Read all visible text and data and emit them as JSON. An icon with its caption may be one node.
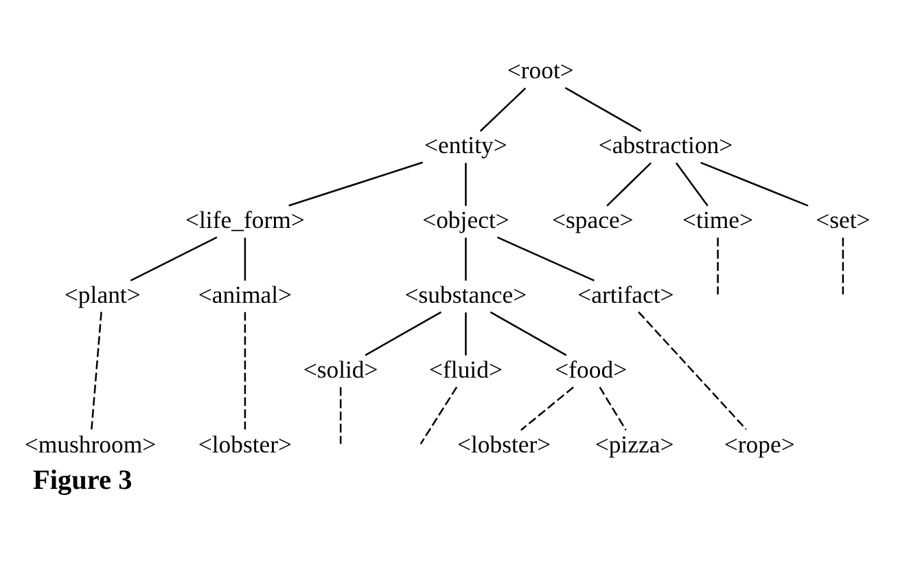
{
  "diagram": {
    "caption": "Figure 3",
    "nodes": [
      {
        "text": [
          "<root>"
        ]
      },
      {
        "text": [
          "<entity>"
        ]
      },
      {
        "text": [
          "<abstraction>"
        ]
      },
      {
        "text": [
          "<life_form>"
        ]
      },
      {
        "text": [
          "<object>"
        ]
      },
      {
        "text": [
          "<space>"
        ]
      },
      {
        "text": [
          "<time>"
        ]
      },
      {
        "text": [
          "<set>"
        ]
      },
      {
        "text": [
          "<plant>"
        ]
      },
      {
        "text": [
          "<animal>"
        ]
      },
      {
        "text": [
          "<substance>"
        ]
      },
      {
        "text": [
          "<artifact>"
        ]
      },
      {
        "text": [
          "<solid>"
        ]
      },
      {
        "text": [
          "<fluid>"
        ]
      },
      {
        "text": [
          "<food>"
        ]
      },
      {
        "text": [
          "<mushroom>"
        ]
      },
      {
        "text": [
          "<lobster>"
        ]
      },
      {
        "text": [
          "<lobster>"
        ]
      },
      {
        "text": [
          "<pizza>"
        ]
      },
      {
        "text": [
          "<rope>"
        ]
      }
    ],
    "edges": [
      {
        "from": 0,
        "to": 1,
        "arrow": "none"
      },
      {
        "from": 0,
        "to": 2,
        "arrow": "none"
      },
      {
        "from": 1,
        "to": 3,
        "arrow": "none"
      },
      {
        "from": 1,
        "to": 4,
        "arrow": "none"
      },
      {
        "from": 2,
        "to": 5,
        "arrow": "none"
      },
      {
        "from": 2,
        "to": 6,
        "arrow": "none"
      },
      {
        "from": 2,
        "to": 7,
        "arrow": "none"
      },
      {
        "from": 3,
        "to": 8,
        "arrow": "none"
      },
      {
        "from": 3,
        "to": 9,
        "arrow": "none"
      },
      {
        "from": 4,
        "to": 10,
        "arrow": "none"
      },
      {
        "from": 4,
        "to": 11,
        "arrow": "none"
      },
      {
        "from": 6,
        "to": null,
        "arrow": "none",
        "style": "dashed"
      },
      {
        "from": 7,
        "to": null,
        "arrow": "none",
        "style": "dashed"
      },
      {
        "from": 8,
        "to": 15,
        "arrow": "none",
        "style": "dashed"
      },
      {
        "from": 9,
        "to": 16,
        "arrow": "none",
        "style": "dashed"
      },
      {
        "from": 10,
        "to": 12,
        "arrow": "none"
      },
      {
        "from": 10,
        "to": 13,
        "arrow": "none"
      },
      {
        "from": 10,
        "to": 14,
        "arrow": "none"
      },
      {
        "from": 11,
        "to": 19,
        "arrow": "none",
        "style": "dashed"
      },
      {
        "from": 12,
        "to": null,
        "arrow": "none",
        "style": "dashed"
      },
      {
        "from": 13,
        "to": null,
        "arrow": "none",
        "style": "dashed"
      },
      {
        "from": 14,
        "to": 17,
        "arrow": "none",
        "style": "dashed"
      },
      {
        "from": 14,
        "to": 18,
        "arrow": "none",
        "style": "dashed"
      }
    ]
  }
}
